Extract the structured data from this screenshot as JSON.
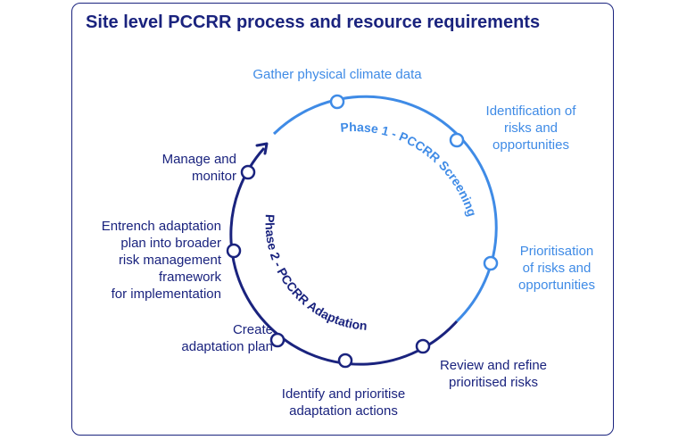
{
  "title": "Site level PCCRR process and resource requirements",
  "phases": [
    {
      "label": "Phase 1 - PCCRR Screening",
      "color": "#3f8be6"
    },
    {
      "label": "Phase 2 - PCCRR Adaptation",
      "color": "#1a237e"
    }
  ],
  "steps": [
    {
      "label": "Gather physical climate data",
      "phase": 1
    },
    {
      "label": "Identification of\nrisks and\nopportunities",
      "phase": 1
    },
    {
      "label": "Prioritisation\nof risks and\nopportunities",
      "phase": 1
    },
    {
      "label": "Review and refine\nprioritised risks",
      "phase": 2
    },
    {
      "label": "Identify and prioritise\nadaptation actions",
      "phase": 2
    },
    {
      "label": "Create\nadaptation plan",
      "phase": 2
    },
    {
      "label": "Entrench adaptation\nplan into broader\nrisk management\nframework\nfor implementation",
      "phase": 2
    },
    {
      "label": "Manage and\nmonitor",
      "phase": 2
    }
  ]
}
